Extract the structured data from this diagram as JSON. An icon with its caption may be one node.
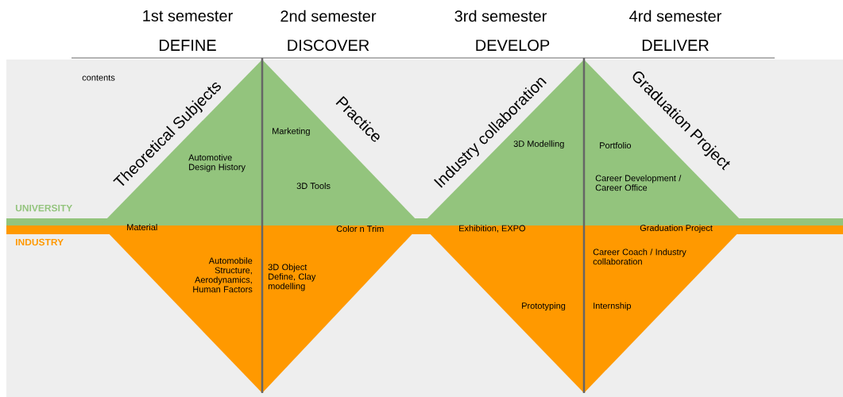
{
  "diagram": {
    "nodes": [
      {
        "text": [
          "Theoretical Subjects",
          "Practice",
          "Automotive Design History",
          "Marketing",
          "3D Tools"
        ]
      },
      {
        "text": [
          "Industry collaboration",
          "Graduation Project",
          "3D Modelling",
          "Portfolio",
          "Career Development / Career Office"
        ]
      },
      {
        "text": [
          "Automobile Structure, Aerodynamics, Human Factors",
          "3D Object Define, Clay modelling"
        ]
      },
      {
        "text": [
          "Prototyping",
          "Career Coach / Industry collaboration",
          "Internship"
        ]
      }
    ],
    "labels": [
      "1st semester",
      "DEFINE",
      "2nd semester",
      "DISCOVER",
      "3rd semester",
      "DEVELOP",
      "4rd semester",
      "DELIVER",
      "contents",
      "UNIVERSITY",
      "Material",
      "Color n Trim",
      "Exhibition, EXPO",
      "Graduation Project",
      "INDUSTRY"
    ]
  }
}
